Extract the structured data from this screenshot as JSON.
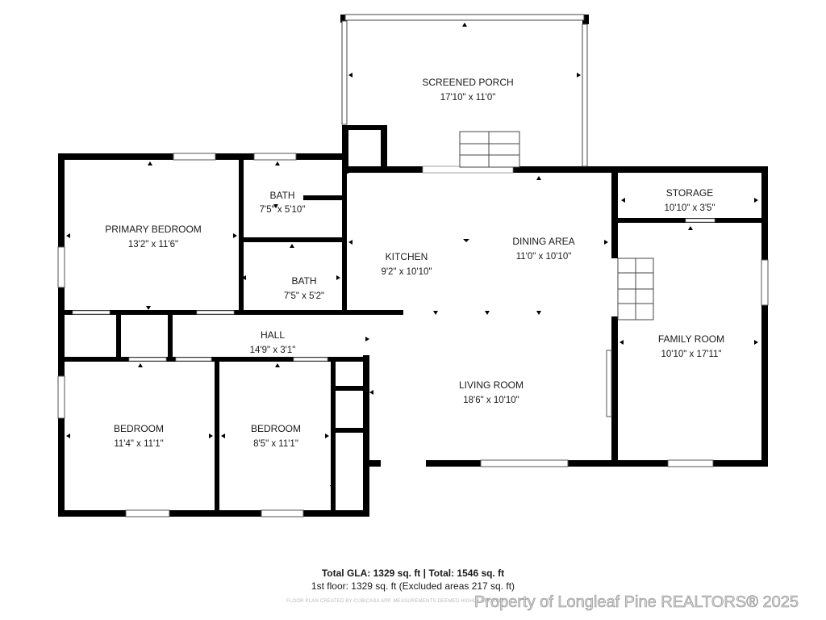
{
  "rooms": {
    "screened_porch": {
      "name": "SCREENED PORCH",
      "dims": "17'10\" x 11'0\""
    },
    "primary_bedroom": {
      "name": "PRIMARY BEDROOM",
      "dims": "13'2\" x 11'6\""
    },
    "bath_1": {
      "name": "BATH",
      "dims": "7'5\" x 5'10\""
    },
    "bath_2": {
      "name": "BATH",
      "dims": "7'5\" x 5'2\""
    },
    "kitchen": {
      "name": "KITCHEN",
      "dims": "9'2\" x 10'10\""
    },
    "dining_area": {
      "name": "DINING AREA",
      "dims": "11'0\" x 10'10\""
    },
    "storage": {
      "name": "STORAGE",
      "dims": "10'10\" x 3'5\""
    },
    "hall": {
      "name": "HALL",
      "dims": "14'9\" x 3'1\""
    },
    "family_room": {
      "name": "FAMILY ROOM",
      "dims": "10'10\" x 17'11\""
    },
    "living_room": {
      "name": "LIVING ROOM",
      "dims": "18'6\" x 10'10\""
    },
    "bedroom_1": {
      "name": "BEDROOM",
      "dims": "11'4\" x 11'1\""
    },
    "bedroom_2": {
      "name": "BEDROOM",
      "dims": "8'5\" x 11'1\""
    }
  },
  "summary": {
    "total": "Total GLA: 1329 sq. ft | Total: 1546 sq. ft",
    "first_floor": "1st floor: 1329 sq. ft (Excluded areas 217 sq. ft)",
    "credit": "FLOOR PLAN CREATED BY CUBICASA APP. MEASUREMENTS DEEMED HIGHLY RELIABLE"
  },
  "watermark": "Property of Longleaf Pine REALTORS® 2025"
}
